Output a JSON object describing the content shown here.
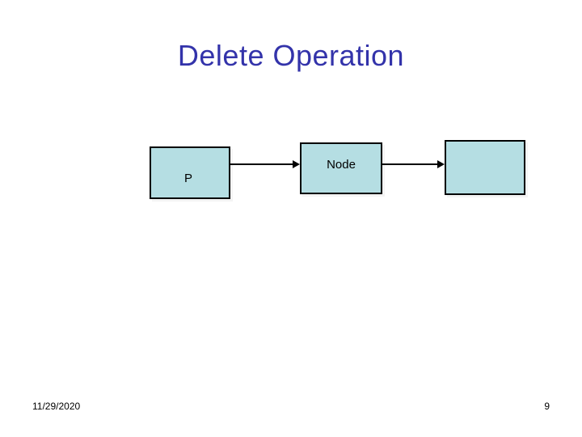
{
  "slide": {
    "title": "Delete Operation",
    "title_color": "#3333AA",
    "background_color": "#FFFFFF"
  },
  "diagram": {
    "type": "linked-list",
    "node_fill_color": "#B5DEE3",
    "node_border_color": "#000000",
    "arrow_color": "#000000",
    "nodes": [
      {
        "id": "p",
        "label": "P"
      },
      {
        "id": "node",
        "label": "Node"
      },
      {
        "id": "tail",
        "label": ""
      }
    ],
    "arrows": [
      {
        "id": "p-to-node",
        "from": "p",
        "to": "node"
      },
      {
        "id": "node-to-tail",
        "from": "node",
        "to": "tail"
      }
    ]
  },
  "footer": {
    "date": "11/29/2020",
    "page_number": "9"
  }
}
